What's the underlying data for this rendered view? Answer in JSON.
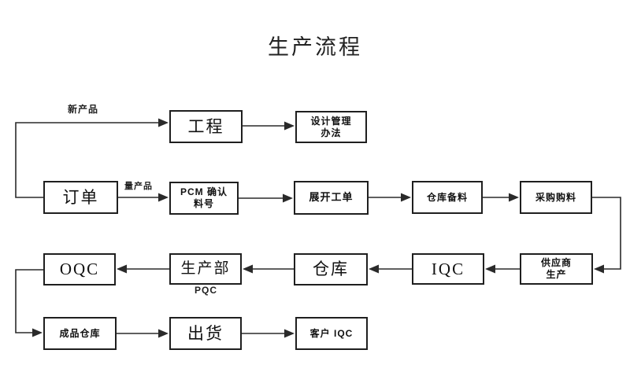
{
  "title": "生产流程",
  "nodes": {
    "gongcheng": {
      "label": "工程"
    },
    "sheji_guanli": {
      "label": "设计管理\n办法"
    },
    "dingdan": {
      "label": "订单"
    },
    "pcm_queren": {
      "label": "PCM 确认\n料号"
    },
    "zhankai_gongdan": {
      "label": "展开工单"
    },
    "cangku_beiliao": {
      "label": "仓库备料"
    },
    "caigou_gouliao": {
      "label": "采购购料"
    },
    "oqc": {
      "label": "OQC"
    },
    "shengchanbu": {
      "label": "生产部"
    },
    "cangku": {
      "label": "仓库"
    },
    "iqc": {
      "label": "IQC"
    },
    "gongyingshang": {
      "label": "供应商\n生产"
    },
    "chengpin_cangku": {
      "label": "成品仓库"
    },
    "chuhuo": {
      "label": "出货"
    },
    "kehu_iqc": {
      "label": "客户 IQC"
    }
  },
  "edge_labels": {
    "xin_chanpin": "新产品",
    "liang_chanpin": "量产品",
    "pqc": "PQC"
  },
  "colors": {
    "line": "#2a2a2a",
    "box_border": "#1f1f1f",
    "background": "#ffffff",
    "text": "#111111"
  }
}
